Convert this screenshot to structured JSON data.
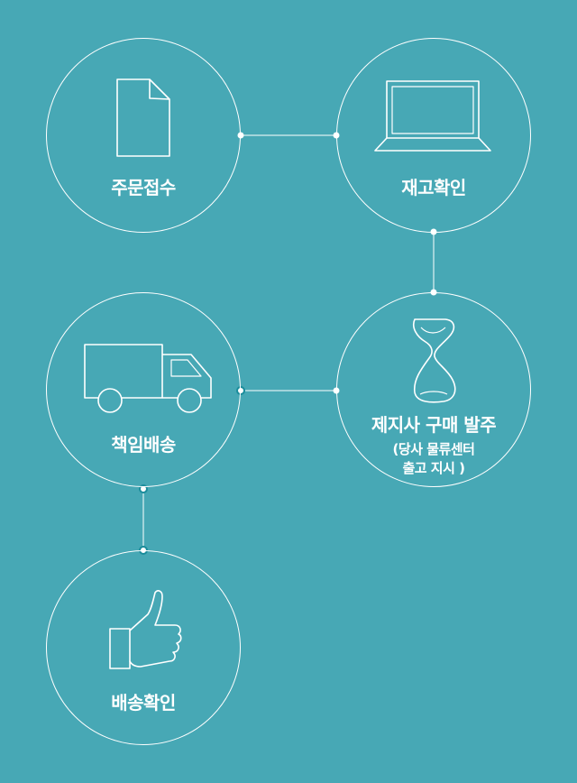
{
  "steps": {
    "order": {
      "label": "주문접수",
      "icon": "document-icon"
    },
    "stock": {
      "label": "재고확인",
      "icon": "laptop-icon"
    },
    "purchase": {
      "label": "제지사 구매 발주",
      "sub_line1": "(당사 물류센터",
      "sub_line2": "출고 지시 )",
      "icon": "hourglass-icon"
    },
    "delivery": {
      "label": "책임배송",
      "icon": "truck-icon"
    },
    "confirm": {
      "label": "배송확인",
      "icon": "thumbs-up-icon"
    }
  },
  "colors": {
    "background": "#47a8b5",
    "line": "#ffffff",
    "accent_dot": "#1a8c9b"
  }
}
